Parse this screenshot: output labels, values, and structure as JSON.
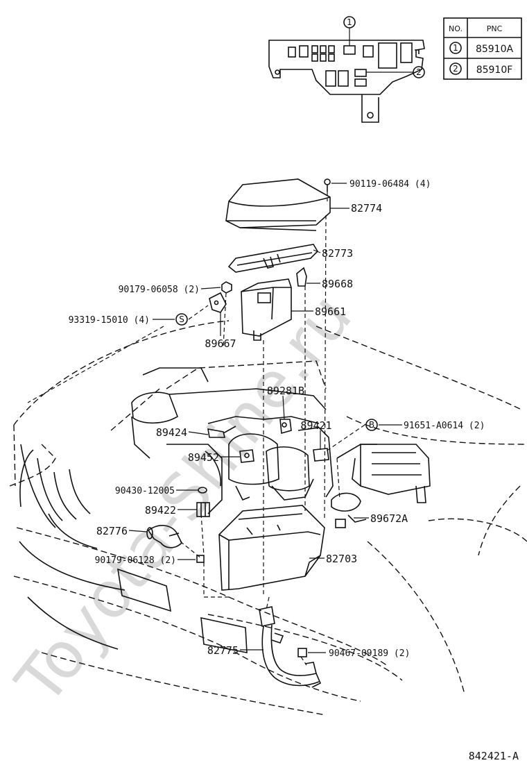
{
  "watermark": "Toyota-Shine.ru",
  "table": {
    "col_no": "NO.",
    "col_pnc": "PNC",
    "rows": [
      {
        "no": "1",
        "pnc": "85910A"
      },
      {
        "no": "2",
        "pnc": "85910F"
      }
    ]
  },
  "callouts": {
    "top_1": "1",
    "top_2": "2",
    "s_marker": "S",
    "b_marker": "B"
  },
  "labels": {
    "p90119": "90119-06484 (4)",
    "p82774": "82774",
    "p82773": "82773",
    "p90179a": "90179-06058 (2)",
    "p89668": "89668",
    "p93319": "93319-15010 (4)",
    "p89661": "89661",
    "p89667": "89667",
    "p89281b": "89281B",
    "p89424": "89424",
    "p89421": "89421",
    "p91651": "91651-A0614 (2)",
    "p89452": "89452",
    "p90430": "90430-12005",
    "p89422": "89422",
    "p89672a": "89672A",
    "p82776": "82776",
    "p90179b": "90179-06128 (2)",
    "p82703": "82703",
    "p82775": "82775",
    "p90467": "90467-09189 (2)"
  },
  "diagram_code": "842421-A",
  "icons": [
    "bolt-icon",
    "callout-circle-icon",
    "ecu-unit-icon",
    "relay-block-icon"
  ]
}
